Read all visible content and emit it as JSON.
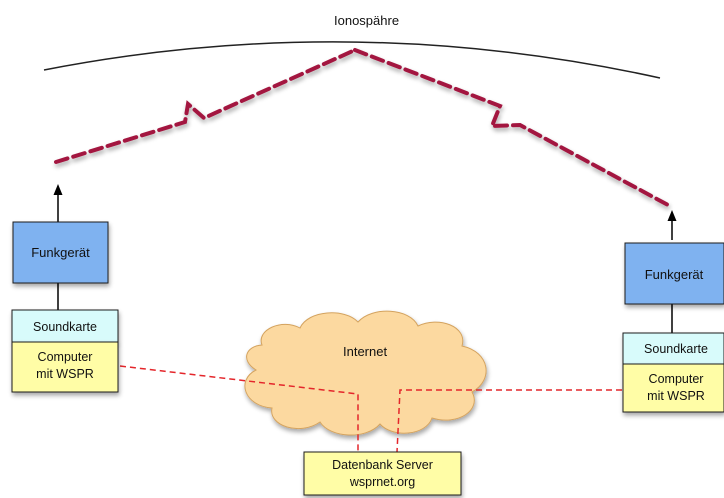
{
  "diagram": {
    "ionosphere_label": "Ionospähre",
    "internet_label": "Internet",
    "left_station": {
      "radio_label": "Funkgerät",
      "soundcard_label": "Soundkarte",
      "computer_line1": "Computer",
      "computer_line2": "mit WSPR"
    },
    "right_station": {
      "radio_label": "Funkgerät",
      "soundcard_label": "Soundkarte",
      "computer_line1": "Computer",
      "computer_line2": "mit WSPR"
    },
    "server": {
      "line1": "Datenbank Server",
      "line2": "wsprnet.org"
    }
  },
  "colors": {
    "radio_fill": "#7fb2f0",
    "soundcard_fill": "#d8fbfb",
    "computer_fill": "#fffda6",
    "cloud_fill": "#fcd9a0",
    "radio_path": "#a3173f",
    "internet_link": "#e4262b"
  }
}
